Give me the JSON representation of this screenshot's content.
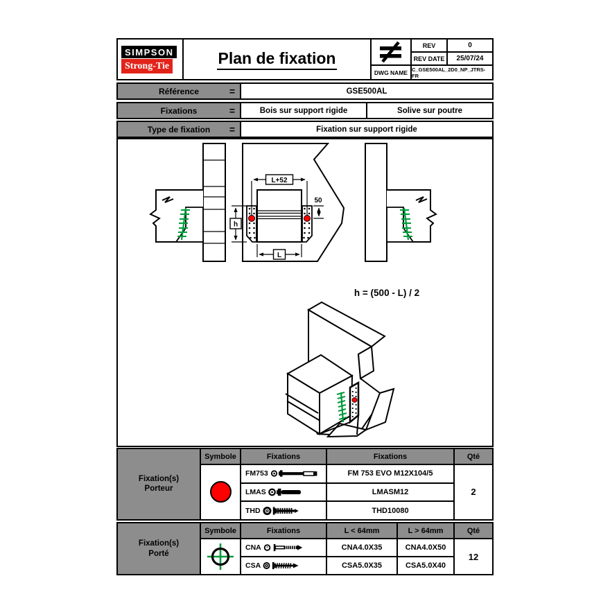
{
  "colors": {
    "logo_red": "#E2231A",
    "cell_gray": "#8D8D8D",
    "marker_red": "#FF0000",
    "screw_green": "#009B3A"
  },
  "title_block": {
    "logo_line1": "SIMPSON",
    "logo_line2": "Strong-Tie",
    "title": "Plan de fixation",
    "rev_label": "REV",
    "rev_value": "0",
    "rev_date_label": "REV DATE",
    "rev_date_value": "25/07/24",
    "dwg_label": "DWG NAME",
    "dwg_value": "C_GSE500AL_2D0_NP_JTRS-FR"
  },
  "info": {
    "eq_sign": "=",
    "reference_label": "Référence",
    "reference_value": "GSE500AL",
    "fixations_label": "Fixations",
    "fixations_value_left": "Bois sur support rigide",
    "fixations_value_right": "Solive sur poutre",
    "type_label": "Type de fixation",
    "type_value": "Fixation sur support rigide"
  },
  "drawing": {
    "dim_width_label": "L+52",
    "dim_offset_label": "50",
    "dim_height_label": "h",
    "dim_length_label": "L",
    "formula": "h = (500 - L) / 2"
  },
  "porteur_table": {
    "label_line1": "Fixation(s)",
    "label_line2": "Porteur",
    "header_symbole": "Symbole",
    "header_fixations": "Fixations",
    "header_reference": "Fixations",
    "header_qty": "Qté",
    "rows": [
      {
        "name": "FM753",
        "reference": "FM 753 EVO M12X104/5"
      },
      {
        "name": "LMAS",
        "reference": "LMASM12"
      },
      {
        "name": "THD",
        "reference": "THD10080"
      }
    ],
    "qty": "2"
  },
  "porte_table": {
    "label_line1": "Fixation(s)",
    "label_line2": "Porté",
    "header_symbole": "Symbole",
    "header_fixations": "Fixations",
    "header_lt": "L < 64mm",
    "header_gt": "L > 64mm",
    "header_qty": "Qté",
    "rows": [
      {
        "name": "CNA",
        "ref_short": "CNA4.0X35",
        "ref_long": "CNA4.0X50"
      },
      {
        "name": "CSA",
        "ref_short": "CSA5.0X35",
        "ref_long": "CSA5.0X40"
      }
    ],
    "qty": "12"
  }
}
